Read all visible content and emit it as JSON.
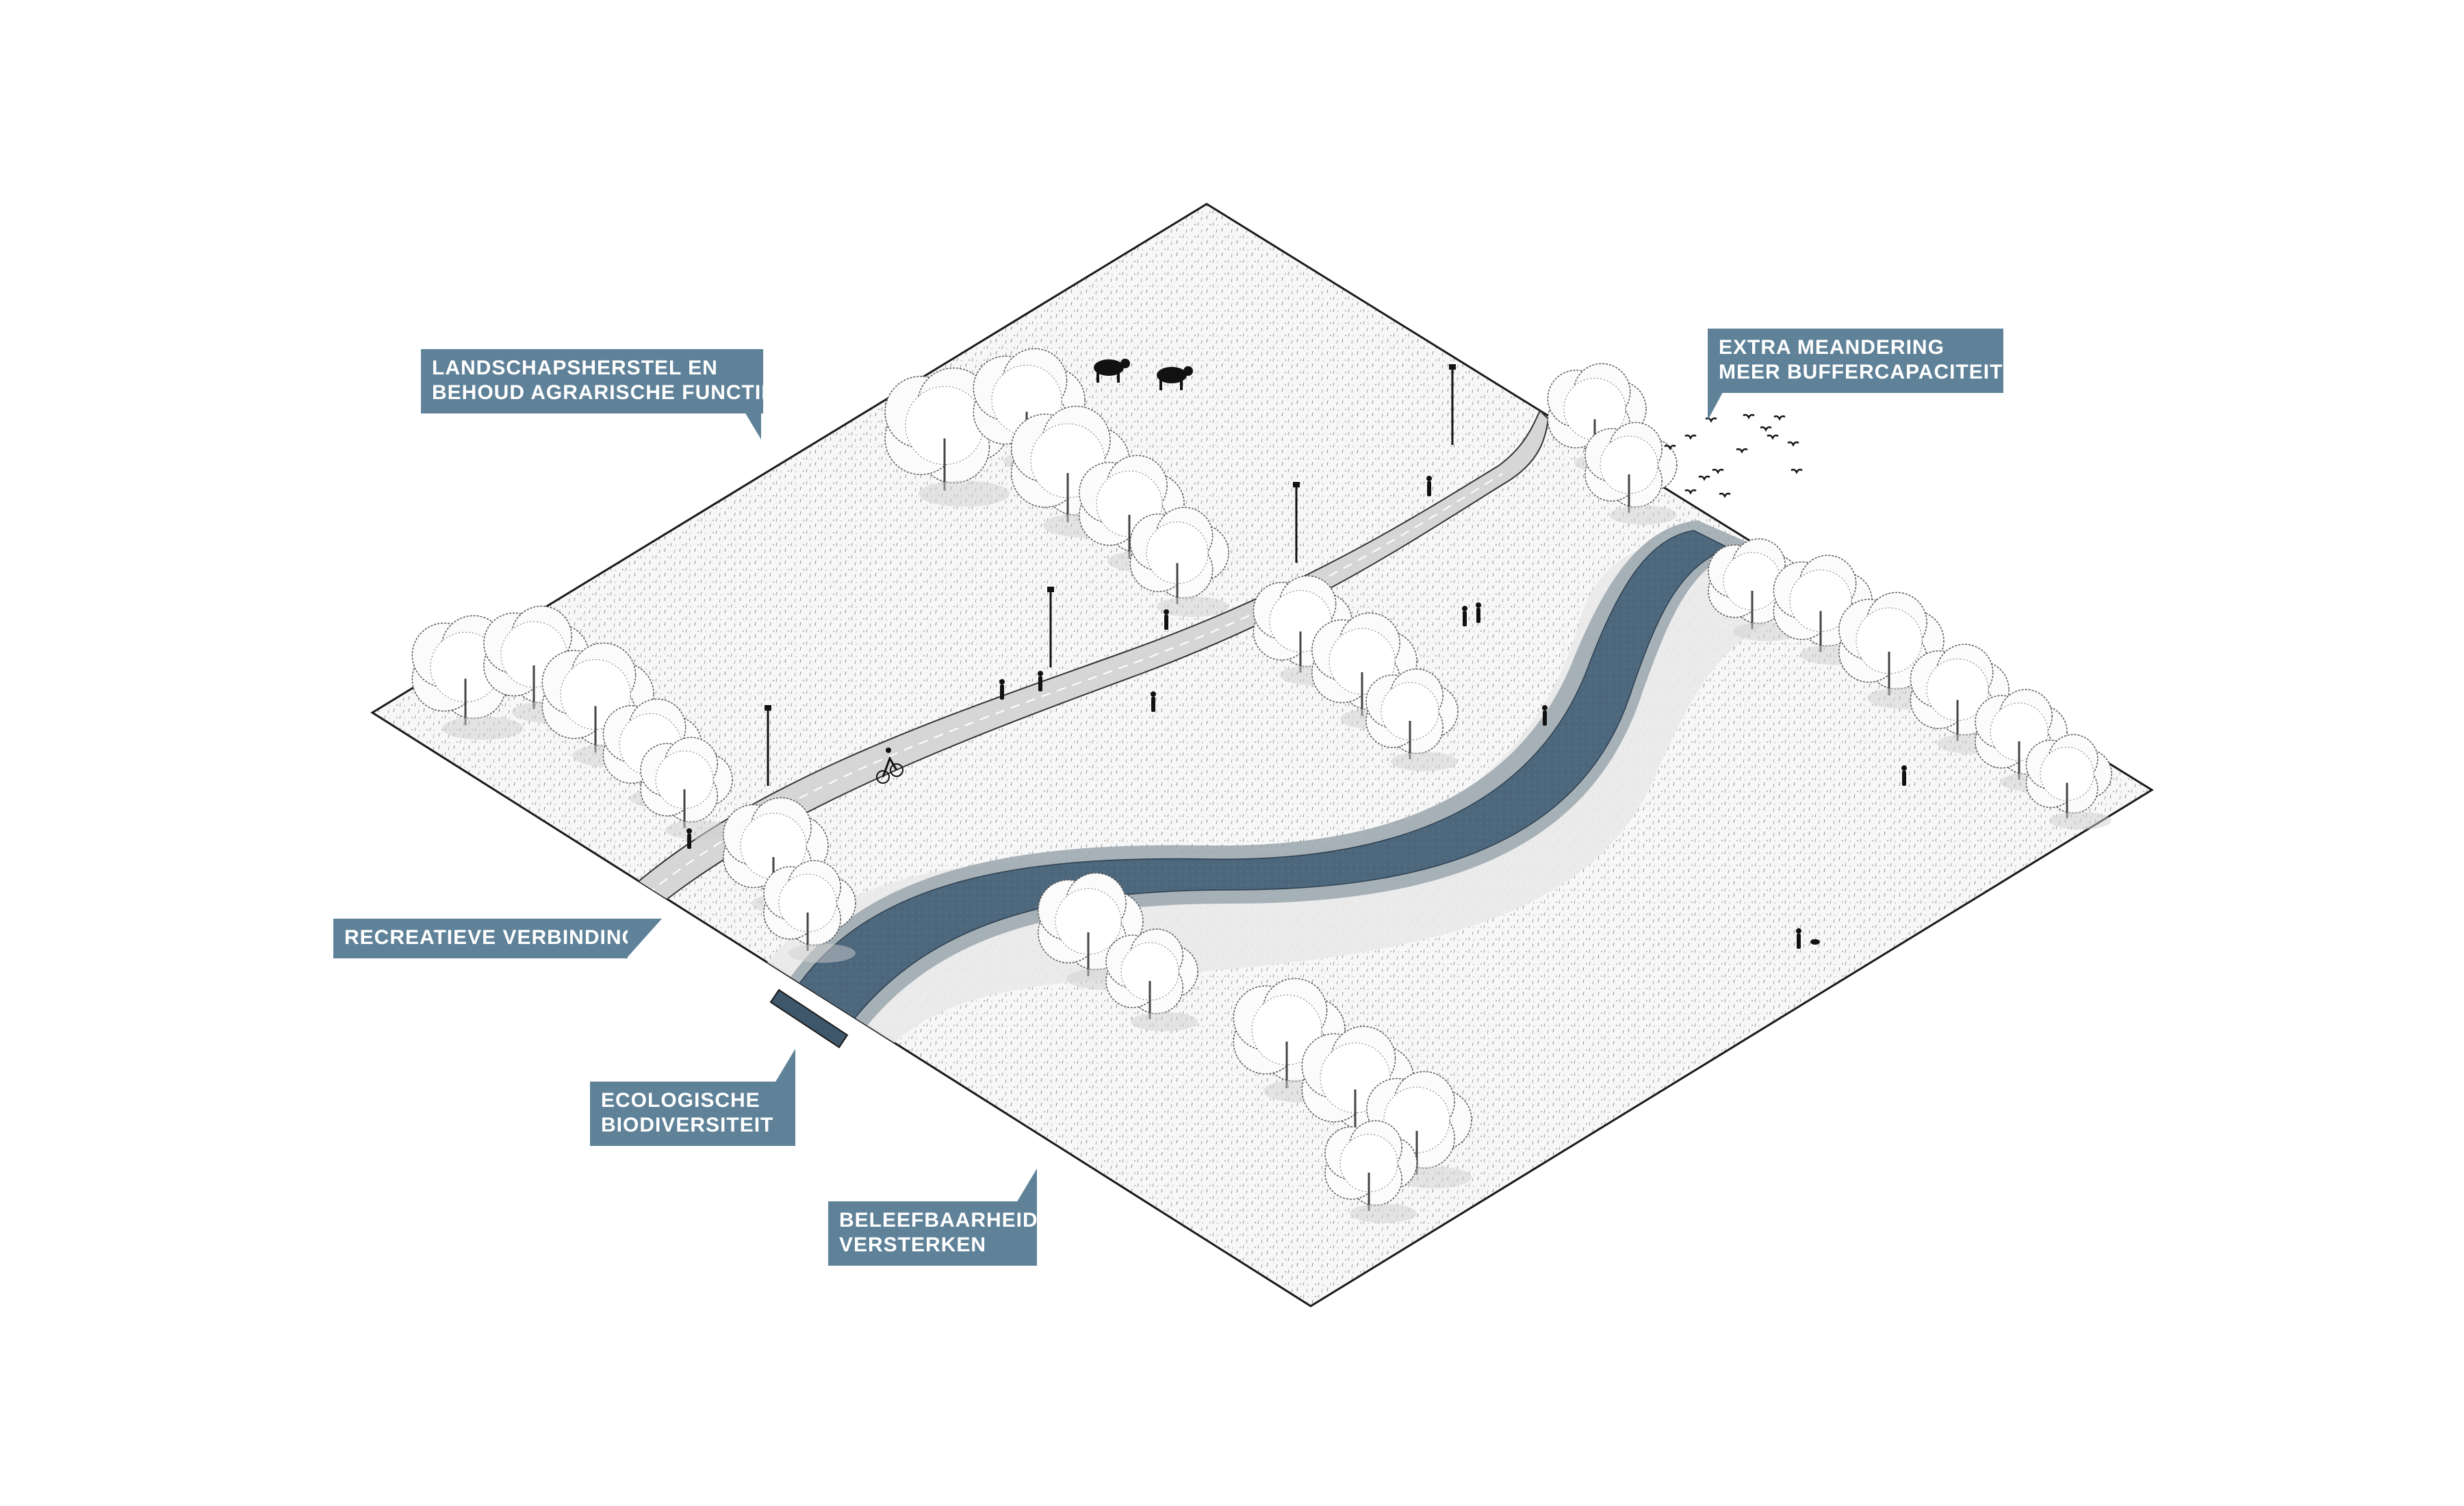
{
  "colors": {
    "callout_bg": "#5f8299",
    "callout_text": "#ffffff",
    "water": "#4f6a80",
    "water_bank": "#9aa6ae",
    "ground": "#f6f6f6",
    "path": "#d9d9d9",
    "outline": "#1a1a1a"
  },
  "labels": {
    "landscape": {
      "line1": "LANDSCHAPSHERSTEL EN",
      "line2": "BEHOUD AGRARISCHE FUNCTIE"
    },
    "meander": {
      "line1": "EXTRA MEANDERING",
      "line2": "MEER BUFFERCAPACITEIT"
    },
    "recreation": {
      "line1": "RECREATIEVE VERBINDING"
    },
    "ecology": {
      "line1": "ECOLOGISCHE",
      "line2": "BIODIVERSITEIT"
    },
    "experience": {
      "line1": "BELEEFBAARHEID",
      "line2": "VERSTERKEN"
    }
  },
  "icons": [
    "tree-icon",
    "cow-icon",
    "person-icon",
    "cyclist-icon",
    "lamp-post-icon",
    "bird-icon",
    "dog-icon"
  ]
}
